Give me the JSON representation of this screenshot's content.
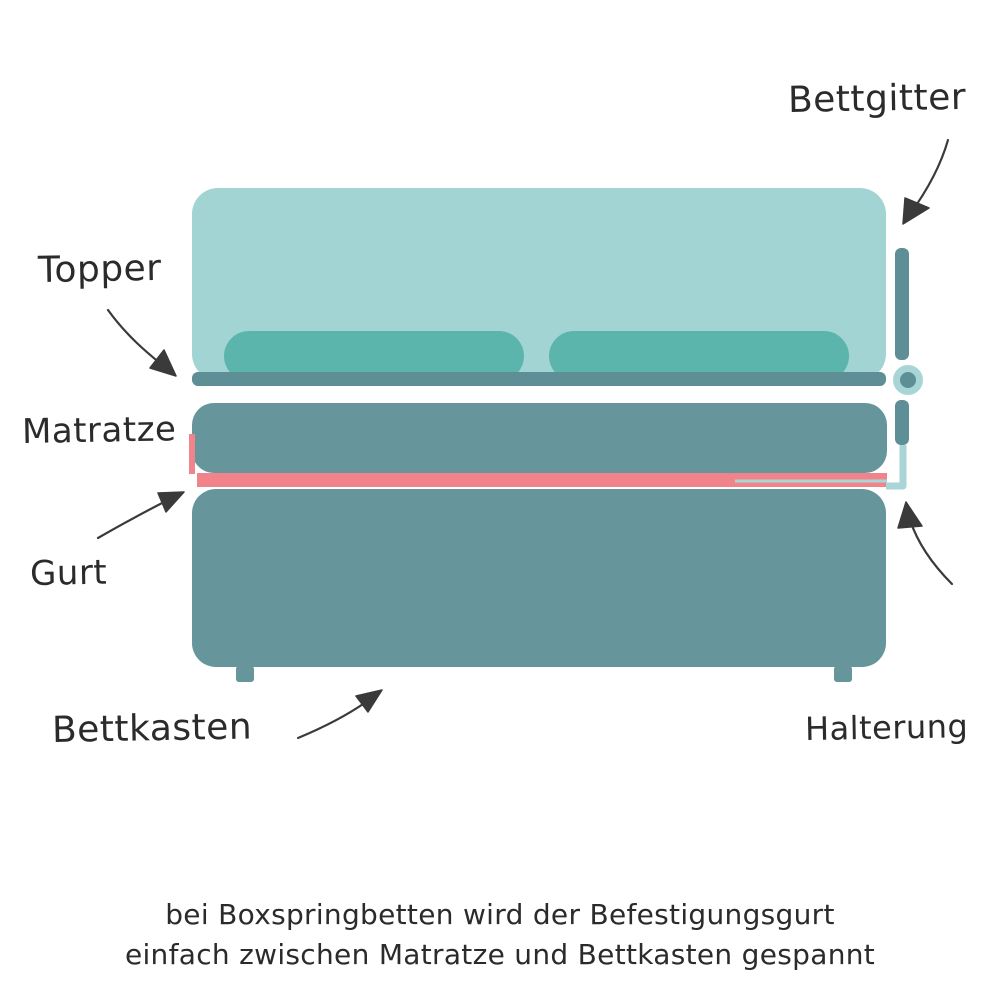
{
  "labels": {
    "bettgitter": "Bettgitter",
    "topper": "Topper",
    "matratze": "Matratze",
    "gurt": "Gurt",
    "bettkasten": "Bettkasten",
    "halterung": "Halterung"
  },
  "caption": {
    "line1": "bei Boxspringbetten wird der Befestigungsgurt",
    "line2": "einfach zwischen Matratze und Bettkasten gespannt"
  },
  "colors": {
    "topper": "#a3d4d4",
    "pillow": "#5bb5ad",
    "mattress": "#66969c",
    "base_bar": "#5f8f96",
    "strap": "#f0848a",
    "rail": "#5f8f96",
    "rail_light": "#a8d6d6",
    "ink": "#2b2b2b"
  }
}
